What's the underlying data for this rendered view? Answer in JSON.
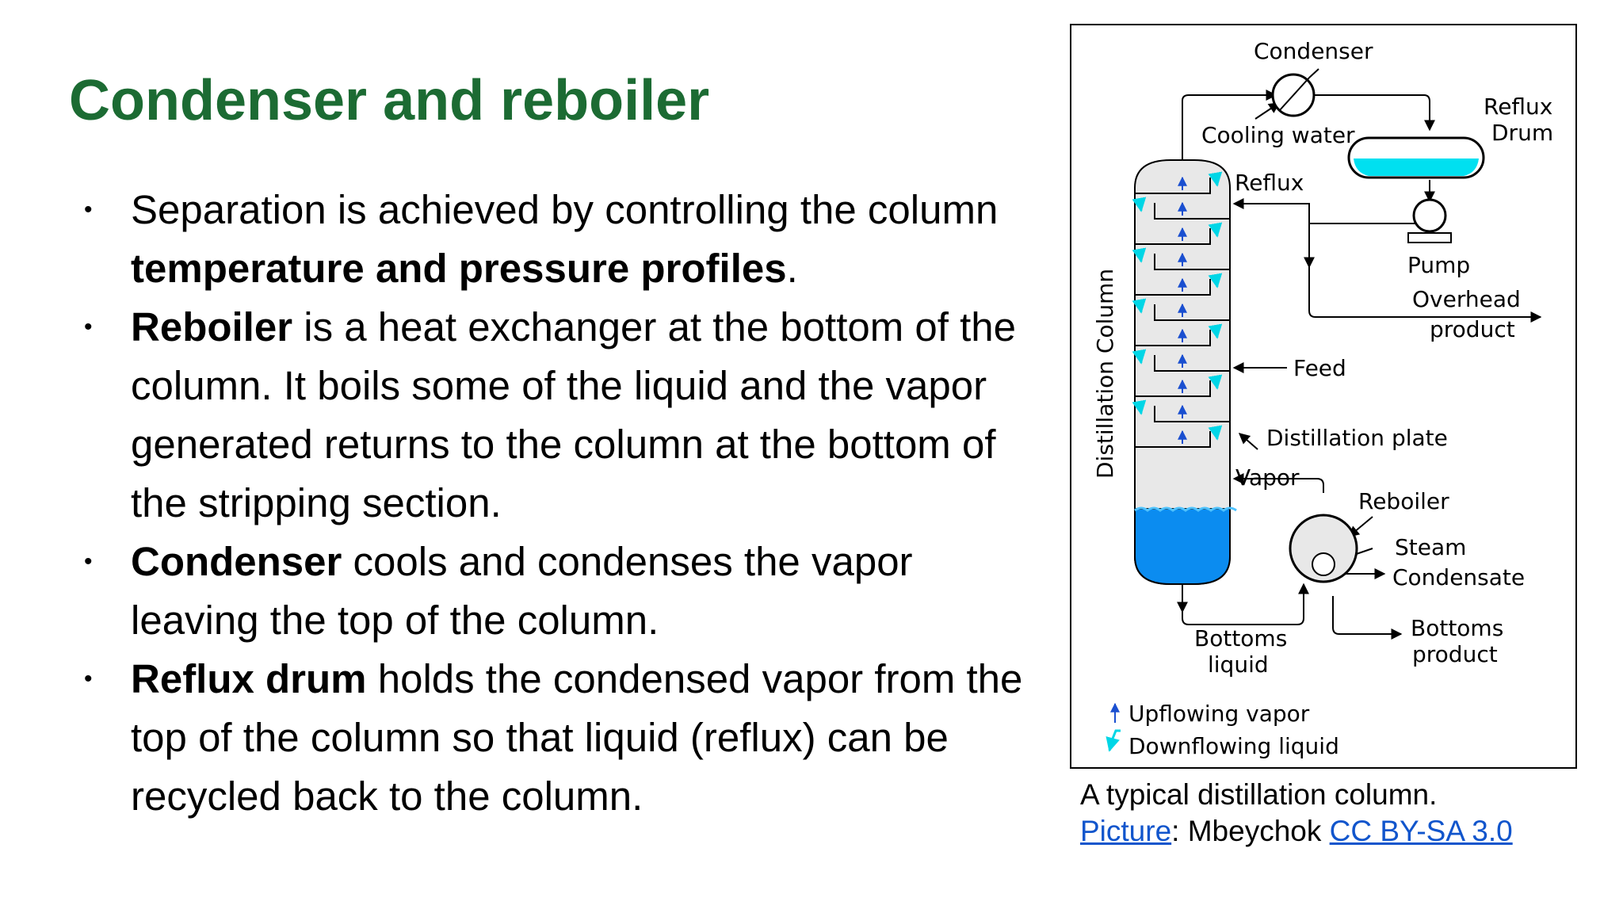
{
  "slide": {
    "title": "Condenser and reboiler",
    "bullets": [
      {
        "pre": "Separation is achieved by controlling the column ",
        "bold": "temperature and pressure profiles",
        "post": "."
      },
      {
        "bold": "Reboiler",
        "post": " is a heat exchanger at the bottom of the column. It boils some of the liquid and the vapor generated returns to the column at the bottom of the stripping section."
      },
      {
        "bold": "Condenser",
        "post": " cools and condenses the vapor leaving the top of the column."
      },
      {
        "bold": "Reflux drum",
        "post": " holds the condensed vapor from the top of the column so that liquid (reflux) can be recycled back to the column."
      }
    ]
  },
  "diagram": {
    "labels": {
      "condenser": "Condenser",
      "cooling_water": "Cooling water",
      "reflux_drum_1": "Reflux",
      "reflux_drum_2": "Drum",
      "reflux": "Reflux",
      "pump": "Pump",
      "overhead_1": "Overhead",
      "overhead_2": "product",
      "feed": "Feed",
      "column": "Distillation Column",
      "plate": "Distillation plate",
      "vapor": "Vapor",
      "reboiler": "Reboiler",
      "steam": "Steam",
      "condensate": "Condensate",
      "bottoms_liquid_1": "Bottoms",
      "bottoms_liquid_2": "liquid",
      "bottoms_product_1": "Bottoms",
      "bottoms_product_2": "product",
      "legend_up": "Upflowing vapor",
      "legend_down": "Downflowing liquid"
    },
    "colors": {
      "liquid": "#0b8cf0",
      "flow_arrows": "#00d6e6"
    }
  },
  "caption": {
    "line1": "A typical distillation column.",
    "link1": "Picture",
    "sep": ": Mbeychok ",
    "link2": "CC BY-SA 3.0"
  }
}
